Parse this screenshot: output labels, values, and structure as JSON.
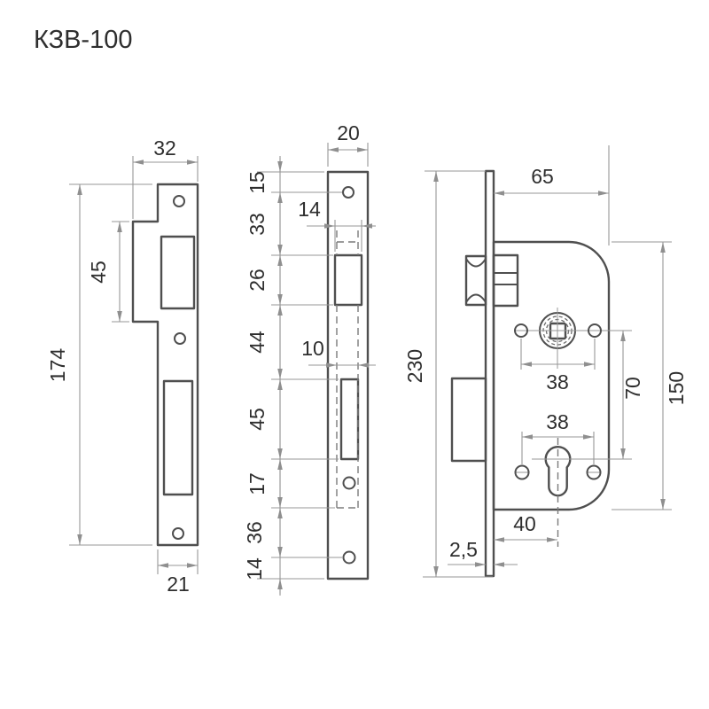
{
  "title": "КЗВ-100",
  "colors": {
    "background": "#ffffff",
    "object_line": "#4f4f4f",
    "dimension_line": "#979797",
    "text": "#2e2e2e"
  },
  "strike_plate_view": {
    "width_top": "32",
    "notch_height": "45",
    "overall_height": "174",
    "width_bottom": "21"
  },
  "faceplate_view": {
    "width": "20",
    "top_to_hole": "15",
    "hole_to_latch": "33",
    "latch_hole_width": "14",
    "latch_hole_height": "26",
    "latch_to_bolt": "44",
    "bolt_channel_width": "10",
    "bolt_hole_height": "45",
    "bolt_to_channel_end": "17",
    "channel_to_hole": "36",
    "hole_to_bottom": "14"
  },
  "body_view": {
    "depth": "65",
    "faceplate_height": "230",
    "hub_screw_spacing": "38",
    "hub_to_cylinder": "70",
    "body_height": "150",
    "cylinder_screw_spacing": "38",
    "backset": "40",
    "faceplate_thickness": "2,5"
  }
}
